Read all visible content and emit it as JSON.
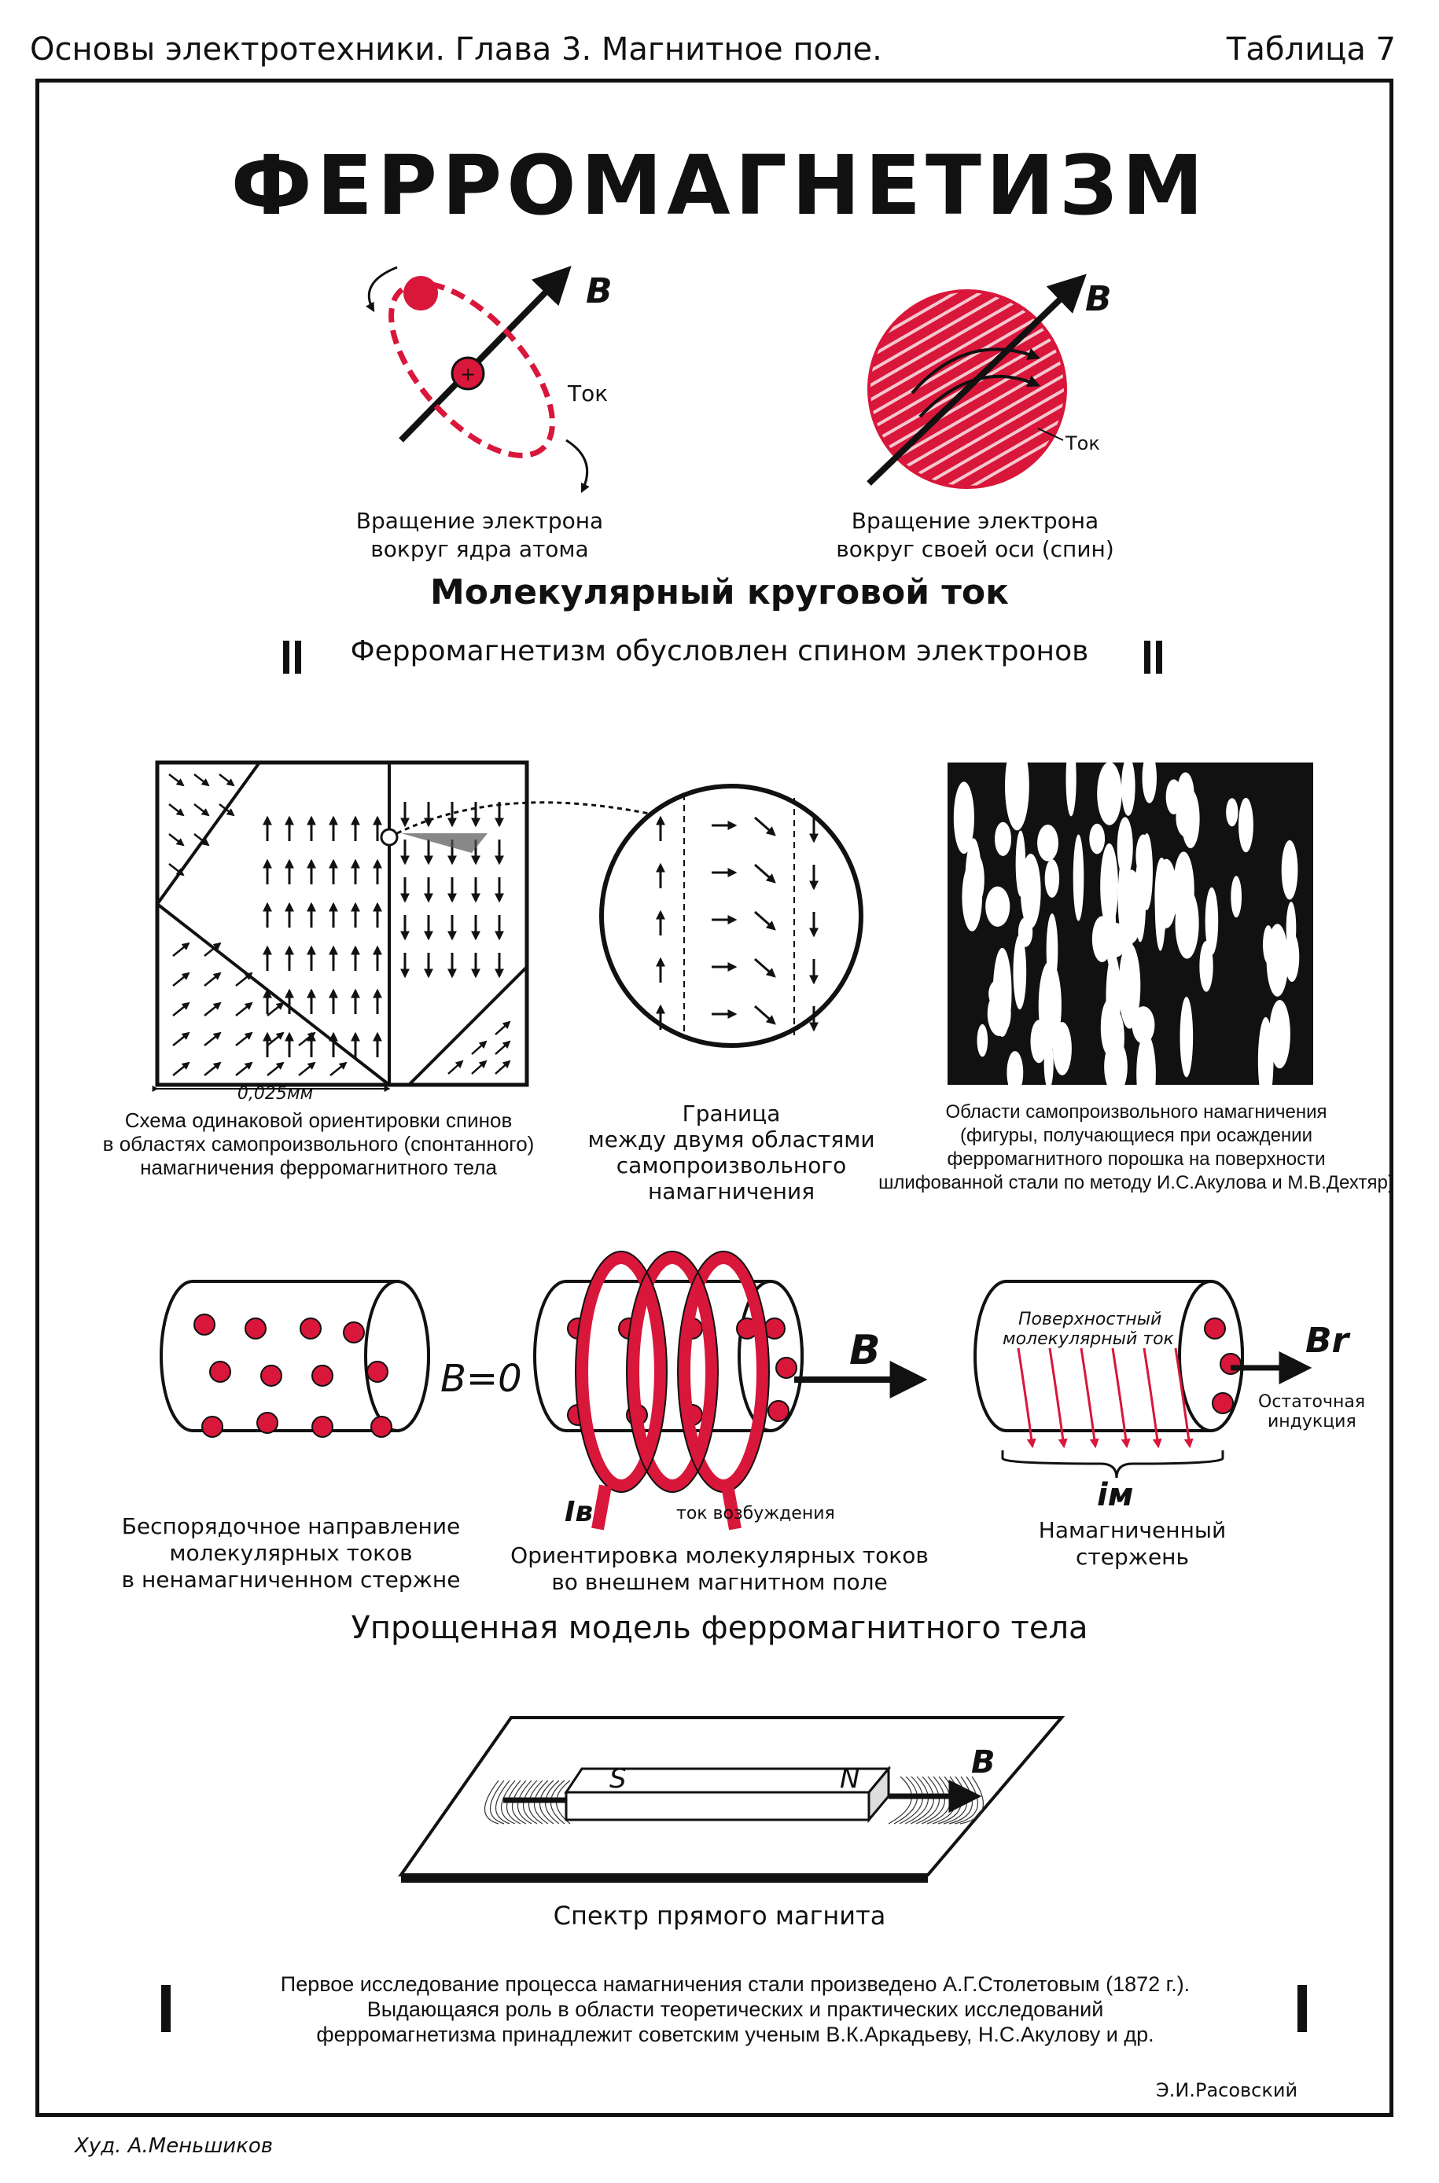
{
  "header": {
    "left": "Основы электротехники. Глава 3. Магнитное поле.",
    "right": "Таблица 7"
  },
  "title": "ФЕРРОМАГНЕТИЗМ",
  "section1": {
    "fig1_b": "B",
    "fig1_tok": "Ток",
    "fig1_caption": [
      "Вращение электрона",
      "вокруг ядра атома"
    ],
    "fig2_b": "B",
    "fig2_tok": "Ток",
    "fig2_caption": [
      "Вращение электрона",
      "вокруг своей оси (спин)"
    ],
    "heading": "Молекулярный круговой ток",
    "statement": "Ферромагнетизм обусловлен спином электронов"
  },
  "section2": {
    "dim_label": "0,025мм",
    "cap1": [
      "Схема одинаковой ориентировки спинов",
      "в областях самопроизвольного (спонтанного)",
      "намагничения ферромагнитного тела"
    ],
    "cap2": [
      "Граница",
      "между двумя областями",
      "самопроизвольного",
      "намагничения"
    ],
    "cap3": [
      "Области самопроизвольного намагничения",
      "(фигуры, получающиеся при осаждении",
      "ферромагнитного порошка на поверхности",
      "шлифованной стали по методу И.С.Акулова и М.В.Дехтяр)"
    ]
  },
  "section3": {
    "b0": "B=0",
    "b": "B",
    "iv": "Iв",
    "tok_voz": "ток возбуждения",
    "surface_current": [
      "Поверхностный",
      "молекулярный ток"
    ],
    "br": "Br",
    "residual": [
      "Остаточная",
      "индукция"
    ],
    "im": "iм",
    "cap1": [
      "Беспорядочное направление",
      "молекулярных токов",
      "в ненамагниченном стержне"
    ],
    "cap2": [
      "Ориентировка молекулярных токов",
      "во внешнем магнитном поле"
    ],
    "cap3": [
      "Намагниченный",
      "стержень"
    ],
    "heading": "Упрощенная модель ферромагнитного тела"
  },
  "section4": {
    "s": "S",
    "n": "N",
    "b": "B",
    "caption": "Спектр прямого магнита"
  },
  "footer_note": [
    "Первое исследование процесса намагничения стали произведено А.Г.Столетовым (1872 г.).",
    "Выдающаяся роль в области теоретических и практических исследований",
    "ферромагнетизма принадлежит советским ученым В.К.Аркадьеву, Н.С.Акулову и др."
  ],
  "author": "Э.И.Расовский",
  "artist": "Худ. А.Меньшиков",
  "colors": {
    "red": "#d8173a",
    "black": "#111111"
  }
}
